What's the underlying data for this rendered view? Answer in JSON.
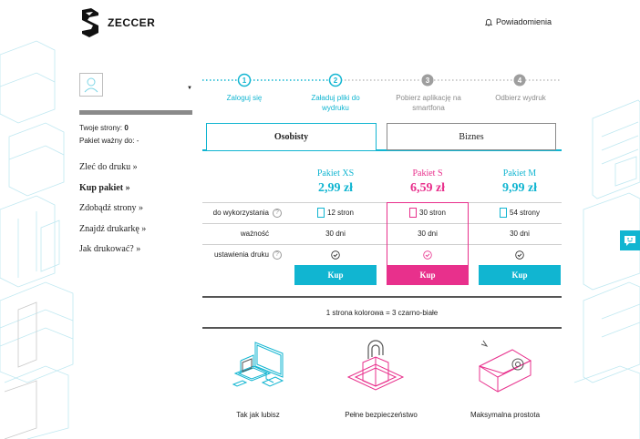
{
  "header": {
    "brand": "ZECCER",
    "notifications": "Powiadomienia"
  },
  "account": {
    "pages_label": "Twoje strony:",
    "pages_value": "0",
    "valid_label": "Pakiet ważny do:",
    "valid_value": "-"
  },
  "nav": [
    {
      "label": "Zleć do druku »",
      "active": false
    },
    {
      "label": "Kup pakiet »",
      "active": true
    },
    {
      "label": "Zdobądź strony »",
      "active": false
    },
    {
      "label": "Znajdź drukarkę »",
      "active": false
    },
    {
      "label": "Jak drukować? »",
      "active": false
    }
  ],
  "steps": [
    {
      "num": "1",
      "label": "Zaloguj się",
      "state": "done"
    },
    {
      "num": "2",
      "label": "Załaduj pliki do wydruku",
      "state": "active"
    },
    {
      "num": "3",
      "label": "Pobierz aplikację na smartfona",
      "state": "todo"
    },
    {
      "num": "4",
      "label": "Odbierz wydruk",
      "state": "todo"
    }
  ],
  "tabs": {
    "personal": "Osobisty",
    "business": "Biznes"
  },
  "row_labels": {
    "usage": "do wykorzystania",
    "validity": "ważność",
    "settings": "ustawienia druku"
  },
  "packages": [
    {
      "name": "Pakiet XS",
      "price": "2,99 zł",
      "pages": "12 stron",
      "validity": "30 dni",
      "buy": "Kup",
      "color": "#11b5d1"
    },
    {
      "name": "Pakiet S",
      "price": "6,59 zł",
      "pages": "30 stron",
      "validity": "30 dni",
      "buy": "Kup",
      "color": "#e8308c"
    },
    {
      "name": "Pakiet M",
      "price": "9,99 zł",
      "pages": "54 strony",
      "validity": "30 dni",
      "buy": "Kup",
      "color": "#11b5d1"
    }
  ],
  "note": "1 strona kolorowa = 3 czarno-białe",
  "features": [
    {
      "label": "Tak jak lubisz",
      "icon": "devices-icon"
    },
    {
      "label": "Pełne bezpieczeństwo",
      "icon": "padlock-icon"
    },
    {
      "label": "Maksymalna prostota",
      "icon": "envelope-icon"
    }
  ],
  "colors": {
    "accent": "#11b5d1",
    "pink": "#e8308c",
    "grey": "#8a8a8a"
  }
}
